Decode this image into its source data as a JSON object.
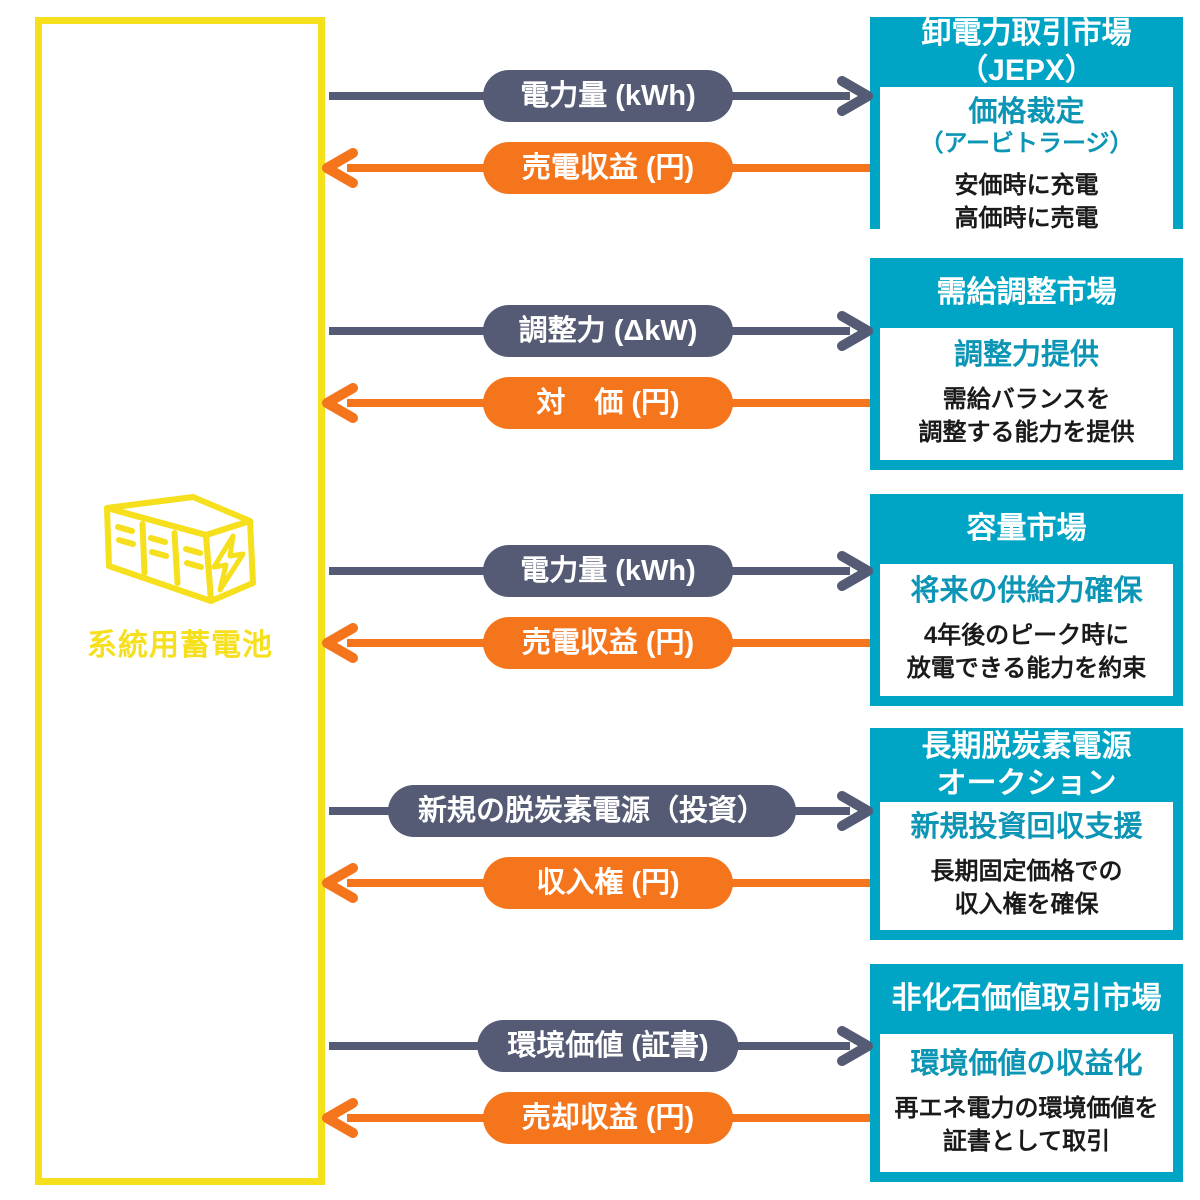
{
  "colors": {
    "market_teal": "#00A5C6",
    "teal_text": "#0D95B5",
    "slate_arrow": "#555B74",
    "orange_arrow": "#F5751D",
    "battery_yellow": "#F6DF1C",
    "body_text": "#1A1A1A"
  },
  "battery": {
    "label": "系統用蓄電池"
  },
  "markets": [
    {
      "title": "卸電力取引市場\n（JEPX）",
      "subtitle": "価格裁定",
      "subtitle_note": "（アービトラージ）",
      "description": "安価時に充電\n高価時に売電",
      "flow_to_market": "電力量 (kWh)",
      "flow_to_battery": "売電収益 (円)"
    },
    {
      "title": "需給調整市場",
      "subtitle": "調整力提供",
      "subtitle_note": "",
      "description": "需給バランスを\n調整する能力を提供",
      "flow_to_market": "調整力 (ΔkW)",
      "flow_to_battery": "対　価 (円)"
    },
    {
      "title": "容量市場",
      "subtitle": "将来の供給力確保",
      "subtitle_note": "",
      "description": "4年後のピーク時に\n放電できる能力を約束",
      "flow_to_market": "電力量 (kWh)",
      "flow_to_battery": "売電収益 (円)"
    },
    {
      "title": "長期脱炭素電源\nオークション",
      "subtitle": "新規投資回収支援",
      "subtitle_note": "",
      "description": "長期固定価格での\n収入権を確保",
      "flow_to_market": "新規の脱炭素電源（投資）",
      "flow_to_battery": "収入権 (円)"
    },
    {
      "title": "非化石価値取引市場",
      "subtitle": "環境価値の収益化",
      "subtitle_note": "",
      "description": "再エネ電力の環境価値を\n証書として取引",
      "flow_to_market": "環境価値 (証書)",
      "flow_to_battery": "売却収益 (円)"
    }
  ]
}
